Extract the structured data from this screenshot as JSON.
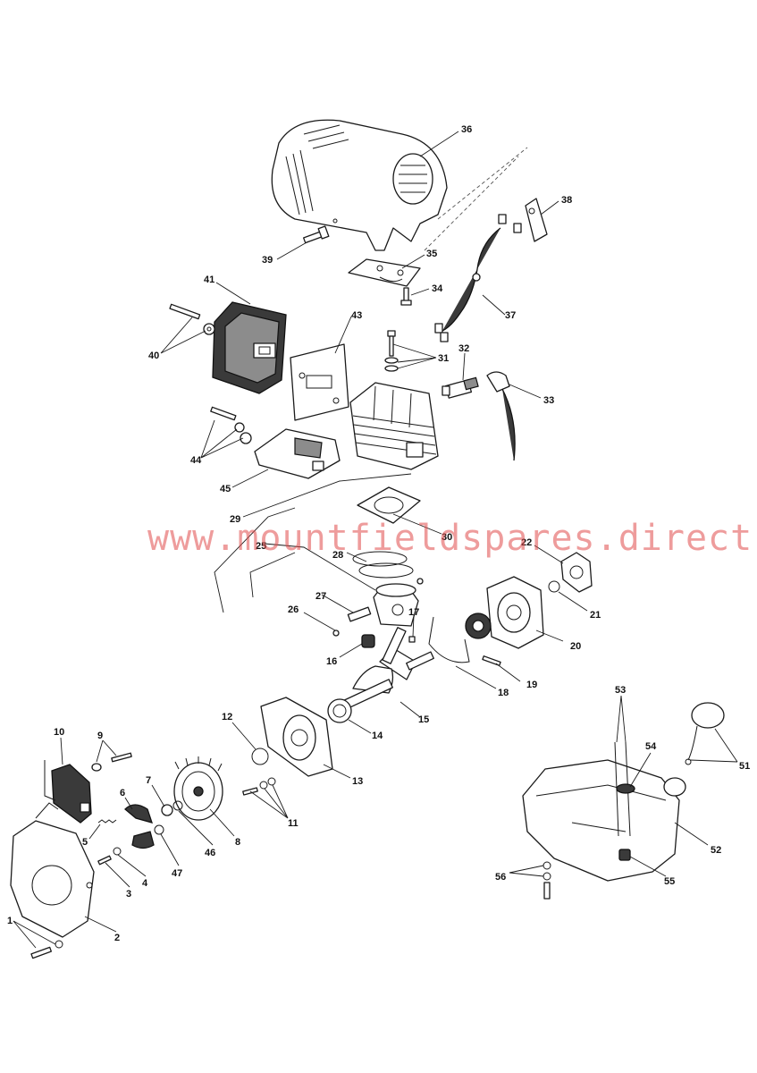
{
  "watermark": "www.mountfieldspares.direct",
  "callouts": {
    "c1": "1",
    "c2": "2",
    "c3": "3",
    "c4": "4",
    "c5": "5",
    "c6": "6",
    "c7": "7",
    "c8": "8",
    "c9": "9",
    "c10": "10",
    "c11": "11",
    "c12": "12",
    "c13": "13",
    "c14": "14",
    "c15": "15",
    "c16": "16",
    "c17": "17",
    "c18": "18",
    "c19": "19",
    "c20": "20",
    "c21": "21",
    "c22": "22",
    "c25": "25",
    "c26": "26",
    "c27": "27",
    "c28": "28",
    "c29": "29",
    "c30": "30",
    "c31": "31",
    "c32": "32",
    "c33": "33",
    "c34": "34",
    "c35": "35",
    "c36": "36",
    "c37": "37",
    "c38": "38",
    "c39": "39",
    "c40": "40",
    "c41": "41",
    "c43": "43",
    "c44": "44",
    "c45": "45",
    "c46": "46",
    "c47": "47",
    "c51": "51",
    "c52": "52",
    "c53": "53",
    "c54": "54",
    "c55": "55",
    "c56": "56"
  }
}
